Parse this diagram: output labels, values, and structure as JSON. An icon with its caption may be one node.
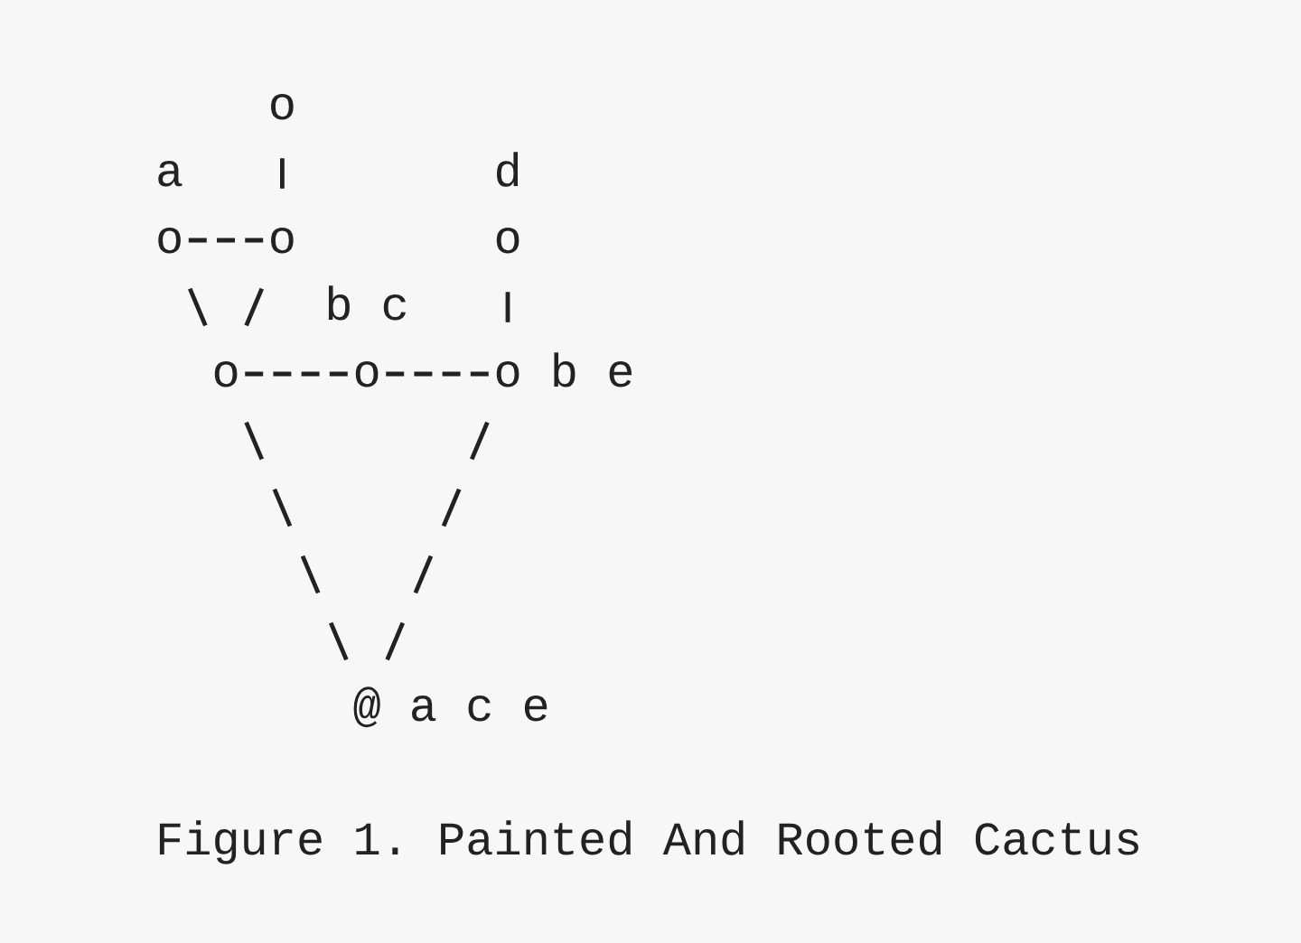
{
  "diagram": {
    "caption": "Figure 1. Painted And Rooted Cactus",
    "nodes": [
      {
        "text": [
          "o"
        ]
      },
      {
        "text": [
          "o"
        ],
        "beside": [
          "a"
        ]
      },
      {
        "text": [
          "o"
        ]
      },
      {
        "text": [
          "o"
        ],
        "beside": [
          "d"
        ]
      },
      {
        "text": [
          "o"
        ]
      },
      {
        "text": [
          "o"
        ],
        "beside": [
          "b c"
        ]
      },
      {
        "text": [
          "o"
        ],
        "beside": [
          "b e"
        ]
      },
      {
        "text": [
          "@"
        ],
        "beside": [
          "a c e"
        ]
      }
    ],
    "edges": [
      {
        "from": 0,
        "to": 2,
        "arrow": "none"
      },
      {
        "from": 1,
        "to": 2,
        "arrow": "none"
      },
      {
        "from": 1,
        "to": 4,
        "arrow": "none"
      },
      {
        "from": 2,
        "to": 4,
        "arrow": "none"
      },
      {
        "from": 3,
        "to": 6,
        "arrow": "none"
      },
      {
        "from": 4,
        "to": 5,
        "arrow": "none"
      },
      {
        "from": 5,
        "to": 6,
        "arrow": "none"
      },
      {
        "from": 4,
        "to": 7,
        "arrow": "none"
      },
      {
        "from": 6,
        "to": 7,
        "arrow": "none"
      }
    ]
  }
}
